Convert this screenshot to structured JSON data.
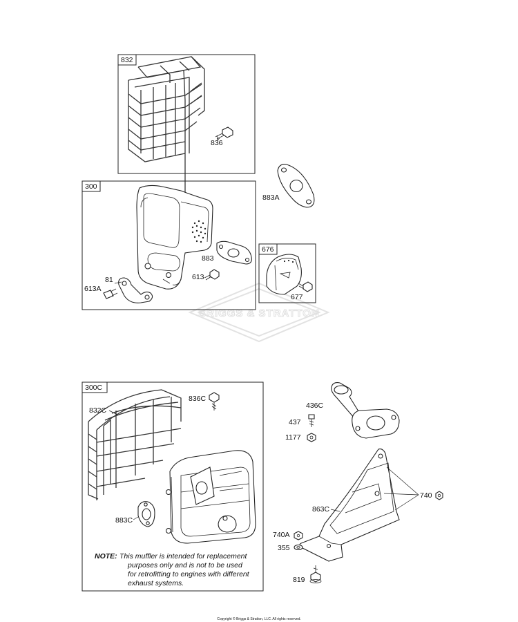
{
  "groups": {
    "g832": "832",
    "g300": "300",
    "g676": "676",
    "g300c": "300C"
  },
  "callouts": {
    "c836": "836",
    "c883A": "883A",
    "c883": "883",
    "c81": "81",
    "c613A": "613A",
    "c613": "613",
    "c677": "677",
    "c836C": "836C",
    "c832C": "832C",
    "c883C": "883C",
    "c436C": "436C",
    "c437": "437",
    "c1177": "1177",
    "c740": "740",
    "c863C": "863C",
    "c740A": "740A",
    "c355": "355",
    "c819": "819"
  },
  "note": {
    "label": "NOTE:",
    "line1": "This muffler is intended for replacement",
    "line2": "purposes only and is not to be used",
    "line3": "for retrofitting to engines with different",
    "line4": "exhaust systems."
  },
  "watermark": "BRIGGS & STRATTON",
  "copyright": "Copyright © Briggs & Stratton, LLC. All rights reserved."
}
